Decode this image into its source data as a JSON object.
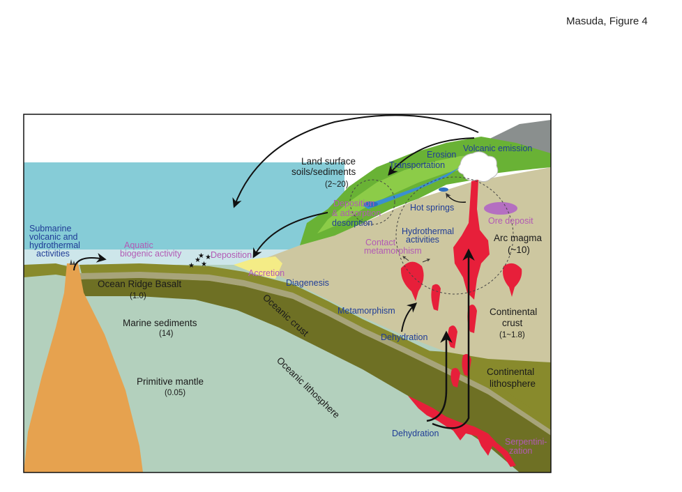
{
  "figure_caption": "Masuda, Figure 4",
  "labels": {
    "submarine_1": "Submarine",
    "submarine_2": "volcanic and",
    "submarine_3": "hydrothermal",
    "submarine_4": "activities",
    "aquatic_1": "Aquatic",
    "aquatic_2": "biogenic activity",
    "deposition_sea": "Deposition",
    "ocean_ridge_basalt": "Ocean Ridge Basalt",
    "ocean_ridge_basalt_value": "(1.0)",
    "marine_sediments": "Marine sediments",
    "marine_sediments_value": "(14)",
    "primitive_mantle": "Primitive mantle",
    "primitive_mantle_value": "(0.05)",
    "accretion": "Accretion",
    "diagenesis": "Diagenesis",
    "oceanic_crust": "Oceanic crust",
    "oceanic_lithosphere": "Oceanic lithosphere",
    "land_surface_1": "Land surface",
    "land_surface_2": "soils/sediments",
    "land_surface_value": "(2~20)",
    "deposition_land": "Deposition",
    "adsorption": "& adsorption",
    "desorption": "desorption",
    "erosion": "Erosion",
    "transportation": "Transportation",
    "volcanic_emission": "Volcanic emission",
    "hot_springs": "Hot springs",
    "ore_deposit": "Ore deposit",
    "hydrothermal_1": "Hydrothermal",
    "hydrothermal_2": "activities",
    "contact_1": "Contact",
    "contact_2": "metamorphism",
    "arc_magma": "Arc magma",
    "arc_magma_value": "(~10)",
    "metamorphism": "Metamorphism",
    "dehydration_upper": "Dehydration",
    "continental_crust_1": "Continental",
    "continental_crust_2": "crust",
    "continental_crust_value": "(1~1.8)",
    "continental_litho_1": "Continental",
    "continental_litho_2": "lithosphere",
    "dehydration_lower": "Dehydration",
    "serpentini_1": "Serpentini-",
    "serpentini_2": "zation"
  },
  "colors": {
    "sea": "#86ccd7",
    "shallow_sea": "#cde6ea",
    "mantle": "#b3d0bd",
    "olive": "#888a2c",
    "olive_dark": "#6e7024",
    "continental_crust": "#cdc7a0",
    "land_green": "#69b235",
    "land_green_light": "#8ccc48",
    "mountain": "#8a8f8e",
    "upwelling": "#e6a24f",
    "magma": "#e71f3a",
    "ore": "#b46fc1",
    "accretion": "#f4ec86",
    "oceanic_crust": "#a7a47a",
    "label_blue": "#1f3c96",
    "label_pink": "#b25ab4"
  }
}
